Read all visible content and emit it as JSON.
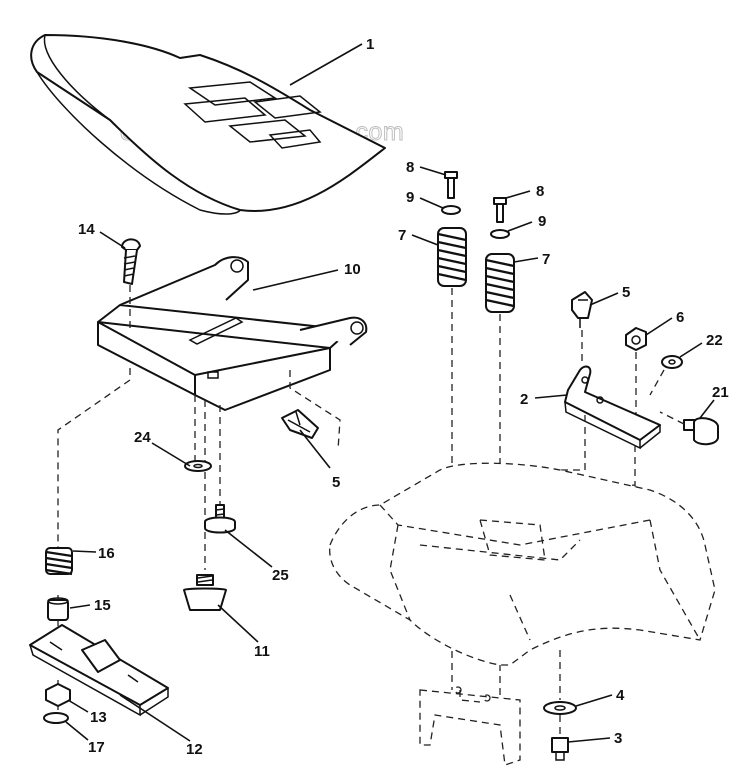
{
  "watermark": "eReplacementParts.com",
  "callouts": {
    "p1": "1",
    "p8a": "8",
    "p8b": "8",
    "p9a": "9",
    "p9b": "9",
    "p7a": "7",
    "p7b": "7",
    "p14": "14",
    "p10": "10",
    "p5a": "5",
    "p5b": "5",
    "p6": "6",
    "p22": "22",
    "p2": "2",
    "p21": "21",
    "p24": "24",
    "p16": "16",
    "p25": "25",
    "p15": "15",
    "p11": "11",
    "p13": "13",
    "p12": "12",
    "p17": "17",
    "p4": "4",
    "p3": "3"
  }
}
